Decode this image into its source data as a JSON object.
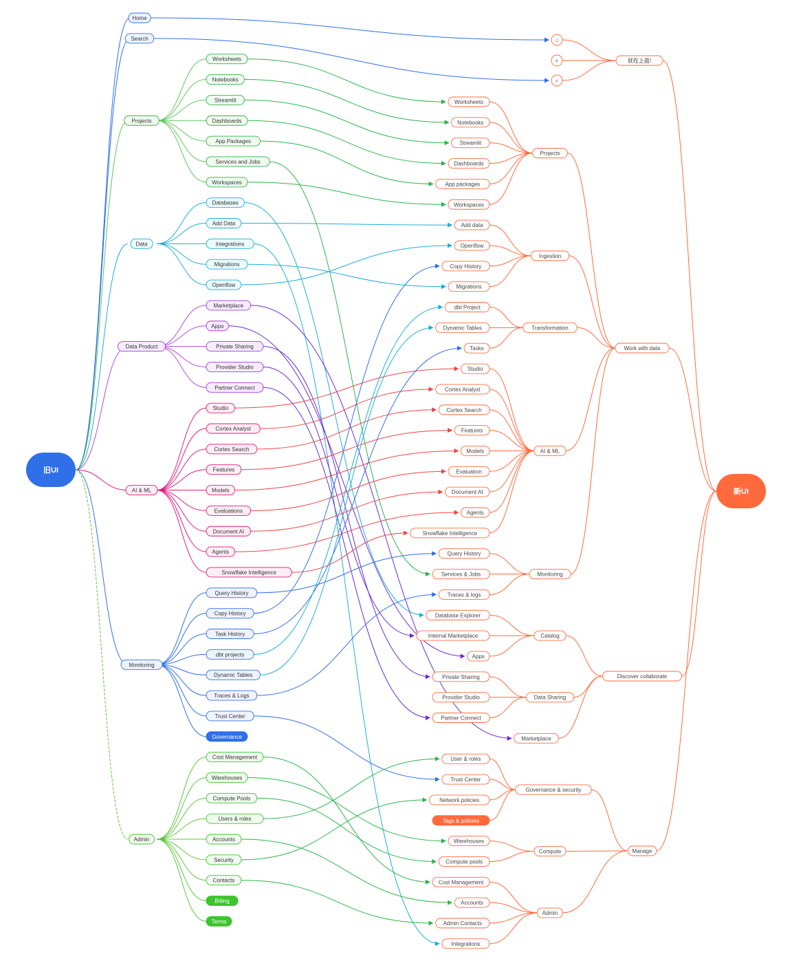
{
  "palette": {
    "top": "#2f6fe8",
    "projects": "#2bb54a",
    "data": "#1eaed8",
    "product": "#8a2bd6",
    "ai": "#e01c7c",
    "monitoring": "#2f6fe8",
    "admin": "#3ec42e",
    "new": "#ff6a3d",
    "new_text": "#444444"
  },
  "old_root": {
    "label": "旧UI"
  },
  "new_root": {
    "label": "新UI"
  },
  "old_groups": [
    {
      "label": "Home",
      "style": "top",
      "children": []
    },
    {
      "label": "Search",
      "style": "top",
      "children": []
    },
    {
      "label": "Projects",
      "style": "projects",
      "children": [
        {
          "label": "Worksheets"
        },
        {
          "label": "Notebooks"
        },
        {
          "label": "Streamlit"
        },
        {
          "label": "Dashboards"
        },
        {
          "label": "App   Packages"
        },
        {
          "label": "Services and Jobs"
        },
        {
          "label": "Workspaces"
        }
      ]
    },
    {
      "label": "Data",
      "style": "data",
      "children": [
        {
          "label": "Databases"
        },
        {
          "label": "Add Data"
        },
        {
          "label": "Integrations"
        },
        {
          "label": "Migrations"
        },
        {
          "label": "Openflow"
        }
      ]
    },
    {
      "label": "Data Product",
      "style": "product",
      "children": [
        {
          "label": "Marketplace"
        },
        {
          "label": "Apps"
        },
        {
          "label": "Private Sharing"
        },
        {
          "label": "Provider Studio"
        },
        {
          "label": "Partner Connect"
        }
      ]
    },
    {
      "label": "AI & ML",
      "style": "ai",
      "children": [
        {
          "label": "Studio"
        },
        {
          "label": "Cortex Analyst"
        },
        {
          "label": "Cortex Search"
        },
        {
          "label": "Features"
        },
        {
          "label": "Models"
        },
        {
          "label": "Evaluations"
        },
        {
          "label": "Document AI"
        },
        {
          "label": "Agents"
        },
        {
          "label": "Snowflake   Intelligence"
        }
      ]
    },
    {
      "label": "Monitoring",
      "style": "monitoring",
      "children": [
        {
          "label": "Query History"
        },
        {
          "label": "Copy History"
        },
        {
          "label": "Task History"
        },
        {
          "label": "dbt projects"
        },
        {
          "label": "Dynamic Tables"
        },
        {
          "label": "Traces & Logs"
        },
        {
          "label": "Trust Center"
        },
        {
          "label": "Governance",
          "filled": true
        }
      ]
    },
    {
      "label": "Admin",
      "style": "admin",
      "children": [
        {
          "label": "Cost Management"
        },
        {
          "label": "Warehouses"
        },
        {
          "label": "Compute Pools"
        },
        {
          "label": "Users   & roles"
        },
        {
          "label": "Accounts"
        },
        {
          "label": "Security"
        },
        {
          "label": "Contacts"
        },
        {
          "label": "Billing",
          "filled": true
        },
        {
          "label": "Terms",
          "filled": true
        }
      ]
    }
  ],
  "new_top": {
    "label": "就在上面!",
    "icons": [
      {
        "icon": "home-icon",
        "glyph": "⌂"
      },
      {
        "icon": "plus-icon",
        "glyph": "+"
      },
      {
        "icon": "search-icon",
        "glyph": "⌕"
      }
    ]
  },
  "new_sections": [
    {
      "label": "Work with data",
      "groups": [
        {
          "label": "Projects",
          "children": [
            {
              "label": "Worksheets"
            },
            {
              "label": "Notebooks"
            },
            {
              "label": "Streamlit"
            },
            {
              "label": "Dashboards"
            },
            {
              "label": "App   packages"
            },
            {
              "label": "Workspaces"
            }
          ]
        },
        {
          "label": "Ingestion",
          "children": [
            {
              "label": "Add data"
            },
            {
              "label": "Openflow"
            },
            {
              "label": "Copy History"
            },
            {
              "label": "Migrations"
            }
          ]
        },
        {
          "label": "Transformation",
          "children": [
            {
              "label": "dbt Project"
            },
            {
              "label": "Dynamic Tables"
            },
            {
              "label": "Tasks"
            }
          ]
        },
        {
          "label": "AI & ML",
          "children": [
            {
              "label": "Studio"
            },
            {
              "label": "Cortex Analyst"
            },
            {
              "label": "Cortex Search"
            },
            {
              "label": "Features"
            },
            {
              "label": "Models"
            },
            {
              "label": "Evaluation"
            },
            {
              "label": "Document AI"
            },
            {
              "label": "Agents"
            },
            {
              "label": "Snowflake Intelligence"
            }
          ]
        },
        {
          "label": "Monitoring",
          "children": [
            {
              "label": "Query History"
            },
            {
              "label": "Services & Jobs"
            },
            {
              "label": "Traces & logs"
            }
          ]
        }
      ]
    },
    {
      "label": "Discover   collaborate",
      "groups": [
        {
          "label": "Catalog",
          "children": [
            {
              "label": "Database Explorer"
            },
            {
              "label": "Internal Marketplace"
            },
            {
              "label": "Apps"
            }
          ]
        },
        {
          "label": "Data Sharing",
          "children": [
            {
              "label": "Private Sharing"
            },
            {
              "label": "Provider Studio"
            },
            {
              "label": "Partner Connect"
            }
          ]
        },
        {
          "label": "Marketplace",
          "children": []
        }
      ]
    },
    {
      "label": "Manage",
      "groups": [
        {
          "label": "Governance & security",
          "children": [
            {
              "label": "User & roles"
            },
            {
              "label": "Trust Center"
            },
            {
              "label": "Network policies"
            },
            {
              "label": "Tags & policies",
              "filled": true
            }
          ]
        },
        {
          "label": "Compute",
          "children": [
            {
              "label": "Warehouses"
            },
            {
              "label": "Compute pools"
            }
          ]
        },
        {
          "label": "Admin",
          "children": [
            {
              "label": "Cost Management"
            },
            {
              "label": "Accounts"
            },
            {
              "label": "Admin Contacts"
            },
            {
              "label": "Integrations"
            }
          ]
        }
      ]
    }
  ]
}
